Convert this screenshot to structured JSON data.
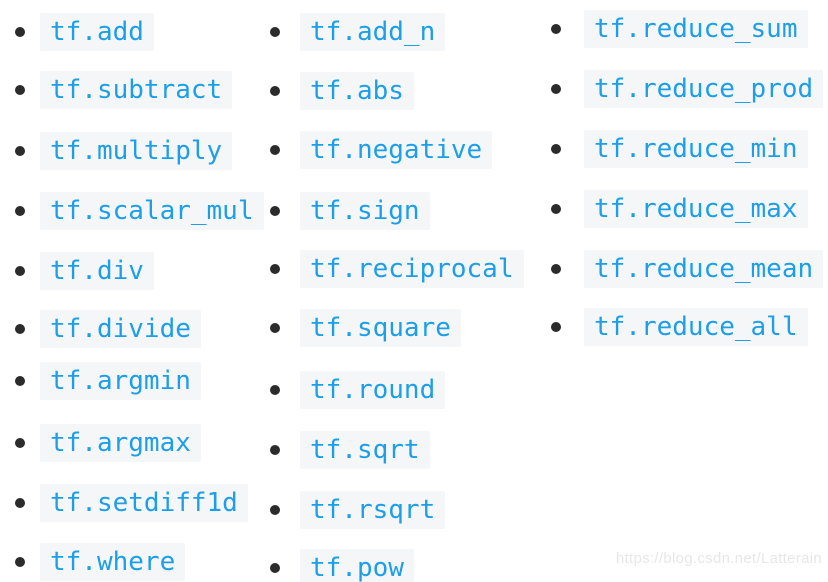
{
  "colors": {
    "code_text": "#1c9fe8",
    "code_bg": "#f5f6f7",
    "bullet": "#2b2b2b",
    "watermark_text": "#e7e7e7",
    "page_background": "#ffffff"
  },
  "list_columns": [
    {
      "items": [
        "tf.add",
        "tf.subtract",
        "tf.multiply",
        "tf.scalar_mul",
        "tf.div",
        "tf.divide",
        "tf.argmin",
        "tf.argmax",
        "tf.setdiff1d",
        "tf.where"
      ]
    },
    {
      "items": [
        "tf.add_n",
        "tf.abs",
        "tf.negative",
        "tf.sign",
        "tf.reciprocal",
        "tf.square",
        "tf.round",
        "tf.sqrt",
        "tf.rsqrt",
        "tf.pow"
      ]
    },
    {
      "items": [
        "tf.reduce_sum",
        "tf.reduce_prod",
        "tf.reduce_min",
        "tf.reduce_max",
        "tf.reduce_mean",
        "tf.reduce_all"
      ]
    }
  ],
  "watermark": {
    "text": "https://blog.csdn.net/Latterain"
  }
}
